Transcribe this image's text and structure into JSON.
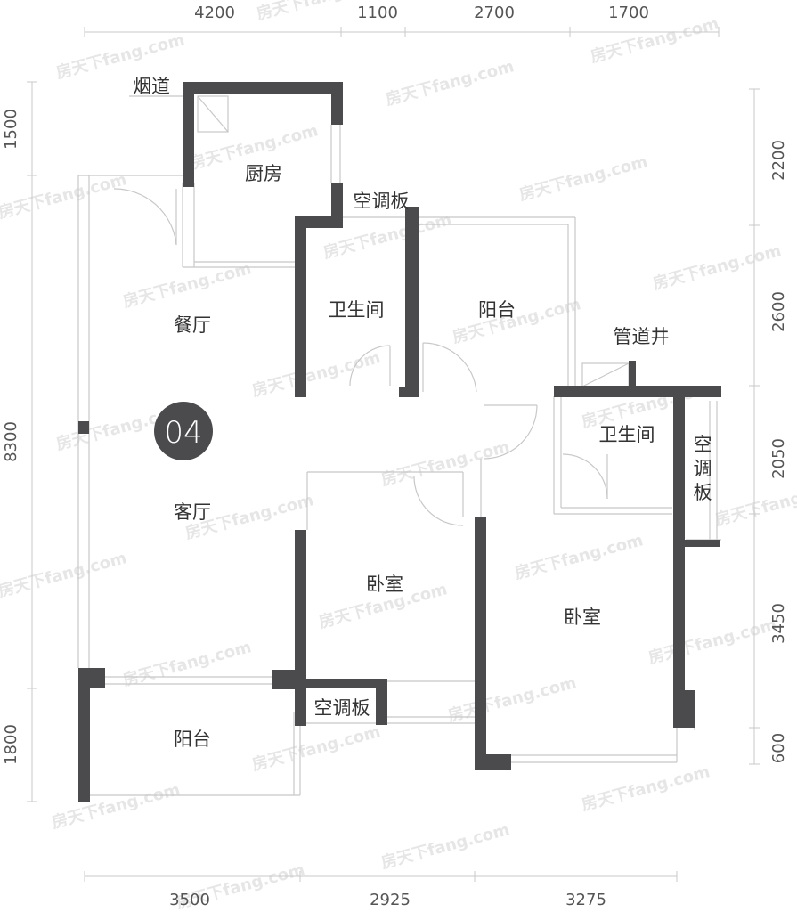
{
  "plan": {
    "unit_badge": "04",
    "colors": {
      "wall": "#4b4b4d",
      "thin_line": "#c8c8c8",
      "text": "#333333",
      "dimension": "#555555",
      "badge_fill": "#4b4b4d",
      "badge_text": "#ffffff"
    },
    "dimensions": {
      "top": [
        "4200",
        "1100",
        "2700",
        "1700"
      ],
      "bottom": [
        "3500",
        "2925",
        "3275"
      ],
      "left": [
        "1500",
        "8300",
        "1800"
      ],
      "right": [
        "2200",
        "2600",
        "2050",
        "3450",
        "600"
      ]
    },
    "rooms": {
      "chimney": "烟道",
      "kitchen": "厨房",
      "ac_board_1": "空调板",
      "dining": "餐厅",
      "bathroom_1": "卫生间",
      "balcony_1": "阳台",
      "pipe_shaft": "管道井",
      "bathroom_2": "卫生间",
      "ac_board_2": "空调板",
      "living": "客厅",
      "bedroom_1": "卧室",
      "bedroom_2": "卧室",
      "ac_board_3": "空调板",
      "balcony_2": "阳台"
    },
    "watermark": "房天下fang.com"
  }
}
